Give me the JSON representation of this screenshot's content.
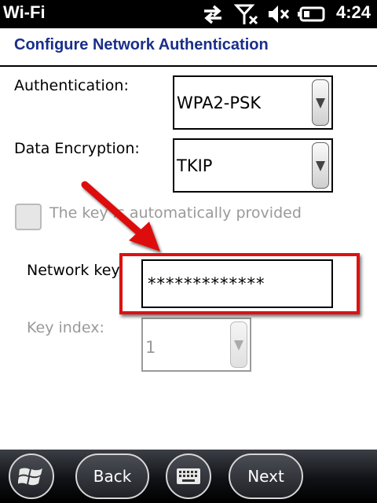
{
  "status_bar": {
    "title": "Wi-Fi",
    "time": "4:24"
  },
  "heading": "Configure Network Authentication",
  "authentication": {
    "label": "Authentication:",
    "value": "WPA2-PSK"
  },
  "encryption": {
    "label": "Data Encryption:",
    "value": "TKIP"
  },
  "auto_key": {
    "label": "The key is automatically provided",
    "checked": false
  },
  "network_key": {
    "label": "Network key",
    "value": "*************"
  },
  "key_index": {
    "label": "Key index:",
    "value": "1"
  },
  "softkeys": {
    "back": "Back",
    "next": "Next"
  },
  "colors": {
    "heading": "#1a2e8a",
    "highlight": "#dd1111"
  }
}
